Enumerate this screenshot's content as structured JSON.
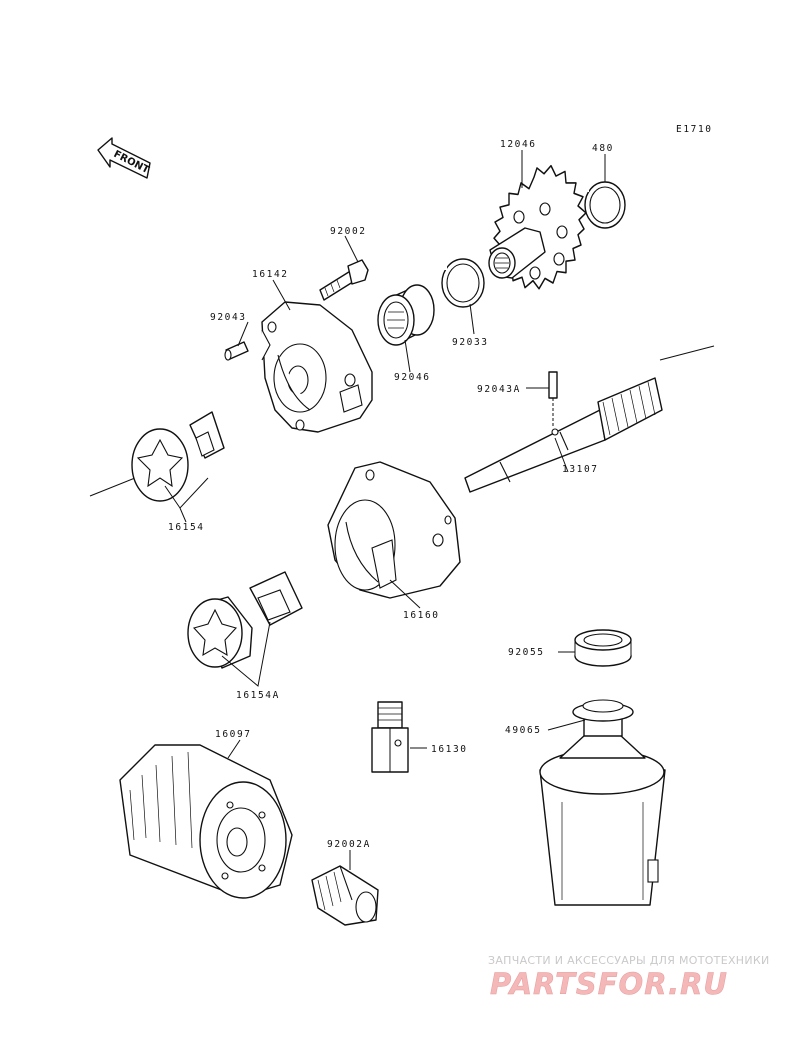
{
  "diagram": {
    "ref_code": "E1710",
    "front_label": "FRONT",
    "callouts": [
      {
        "id": "c12046",
        "text": "12046"
      },
      {
        "id": "c480",
        "text": "480"
      },
      {
        "id": "c92002",
        "text": "92002"
      },
      {
        "id": "c16142",
        "text": "16142"
      },
      {
        "id": "c92043",
        "text": "92043"
      },
      {
        "id": "c92033",
        "text": "92033"
      },
      {
        "id": "c92046",
        "text": "92046"
      },
      {
        "id": "c92043A",
        "text": "92043A"
      },
      {
        "id": "c13107",
        "text": "13107"
      },
      {
        "id": "c16154",
        "text": "16154"
      },
      {
        "id": "c16160",
        "text": "16160"
      },
      {
        "id": "c92055",
        "text": "92055"
      },
      {
        "id": "c16154A",
        "text": "16154A"
      },
      {
        "id": "c49065",
        "text": "49065"
      },
      {
        "id": "c16097",
        "text": "16097"
      },
      {
        "id": "c16130",
        "text": "16130"
      },
      {
        "id": "c92002A",
        "text": "92002A"
      }
    ]
  },
  "watermark": {
    "subtitle": "ЗАПЧАСТИ И АКСЕССУАРЫ ДЛЯ МОТОТЕХНИКИ",
    "brand": "PARTSFOR.RU"
  }
}
